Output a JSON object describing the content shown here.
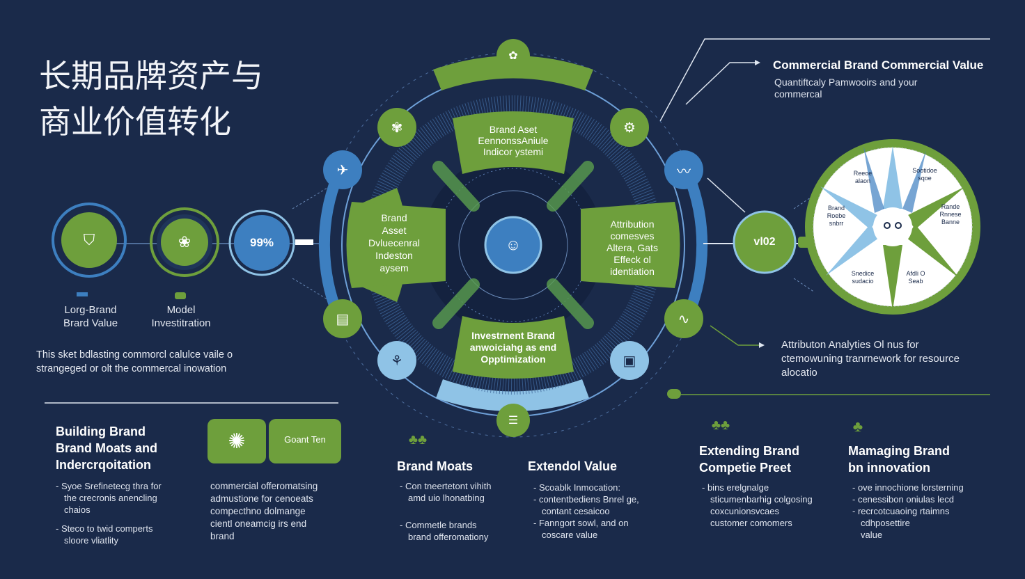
{
  "title": {
    "line1": "长期品牌资产与",
    "line2": "商业价值转化"
  },
  "left_flow": {
    "node3_value": "99%",
    "label1": "Lorg-Brand\nBrard Value",
    "label2": "Model\nInvestitration",
    "description": "This sket bdlasting commorcl calulce vaile o strangeged or olt the commercal inowation"
  },
  "center": {
    "top": "Brand Aset\nEennonssAniule\nIndicor ystemi",
    "left": "Brand\nAsset\nDvluecenral\nIndeston\naysem",
    "right": "Attribution\ncomesves\nAltera, Gats\nEffeck ol\nidentiation",
    "bottom": "Investrnent Brand\nanwoiciahg as end\nOpptimization"
  },
  "right_top": {
    "title": "Commercial Brand Commercial Value",
    "desc": "Quantiftcaly Pamwooirs and your\ncommercal"
  },
  "right_node_value": "vl02",
  "wheel_labels": {
    "top_left": "Reeoe\nalaon",
    "top_right": "Sootidoe\nsqoe",
    "mid_left": "Brand\nRoebe\nsnbrr",
    "mid_right": "Rande\nRnnese\nBanne",
    "bot_left": "Snedice\nsudacio",
    "bot_right": "Afdli O\nSeab"
  },
  "attribution": {
    "text": "Attributon Analyties Ol nus for\nctemowuning tranrnework for resource\nalocatio"
  },
  "bottom": {
    "col1": {
      "title": "Building Brand\nBrand Moats and\nIndercrqoitation",
      "bullets": [
        "Syoe Srefinetecg thra for\nthe crecronis anencling\nchaios",
        "Steco to twid comperts\nsloore vliatlity"
      ]
    },
    "col2": {
      "badge": "Goant Ten",
      "text": "commercial offeromatsing\nadmustione for cenoeats\ncompecthno dolmange\ncientl oneamcig irs end\nbrand"
    },
    "col3": {
      "title": "Brand Moats",
      "bullets": [
        "Con tneertetont vihith\namd uio lhonatbing",
        "Commetle brands\nbrand offeromationy"
      ]
    },
    "col4": {
      "title": "Extendol Value",
      "bullets": [
        "Scoablk Inmocation:",
        "contentbediens Bnrel ge,\ncontant cesaicoo",
        "Fanngort sowl, and on\ncoscare value"
      ]
    },
    "col5": {
      "title": "Extending Brand\nCompetie Preet",
      "bullets": [
        "bins erelgnalge\nsticumenbarhig colgosing\ncoxcunionsvcaes\ncustomer comomers"
      ]
    },
    "col6": {
      "title": "Mamaging Brand\nbn innovation",
      "bullets": [
        "ove innochione lorsterning",
        "cenessibon oniulas lecd",
        "recrcotcuaoing rtaimns\ncdhposettire\nvalue"
      ]
    }
  },
  "colors": {
    "bg": "#1a2a4a",
    "green": "#6e9f3c",
    "blue": "#3d7fc0",
    "lightblue": "#8fc3e6",
    "dark": "#14223f"
  }
}
